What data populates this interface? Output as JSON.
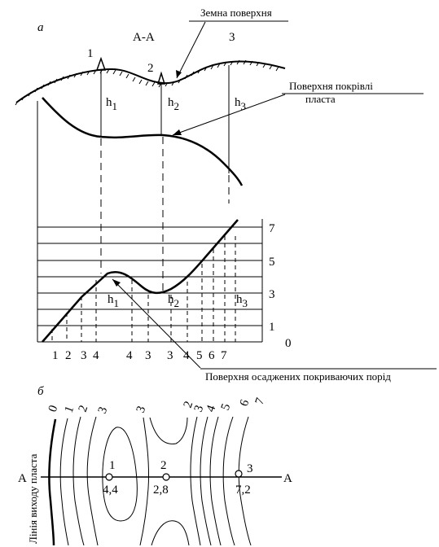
{
  "part_a": {
    "letter": "а",
    "section": "А-А",
    "ground_label": "Земна поверхня",
    "roof_label": "Поверхня покрівлі пласта",
    "roof_label_l1": "Поверхня покрівлі",
    "roof_label_l2": "пласта",
    "cover_label": "Поверхня осаджених покриваючих порід",
    "wells": [
      "1",
      "2",
      "3"
    ],
    "depths": [
      {
        "base": "h",
        "sub": "1"
      },
      {
        "base": "h",
        "sub": "2"
      },
      {
        "base": "h",
        "sub": "3"
      }
    ],
    "scale_ticks": [
      "7",
      "5",
      "3",
      "1",
      "0"
    ],
    "axis_labels": [
      "1",
      "2",
      "3",
      "4",
      "4",
      "3",
      "3",
      "4",
      "5",
      "6",
      "7"
    ]
  },
  "part_b": {
    "letter": "б",
    "outcrop_label": "Лінія виходу пласта",
    "section_left": "А",
    "section_right": "А",
    "contour_labels": [
      "0",
      "1",
      "2",
      "3",
      "3",
      "2",
      "3",
      "4",
      "5",
      "6",
      "7"
    ],
    "wells": [
      {
        "id": "1",
        "value": "4,4"
      },
      {
        "id": "2",
        "value": "2,8"
      },
      {
        "id": "3",
        "value": "7,2"
      }
    ]
  },
  "colors": {
    "ink": "#000000",
    "paper": "#ffffff"
  }
}
